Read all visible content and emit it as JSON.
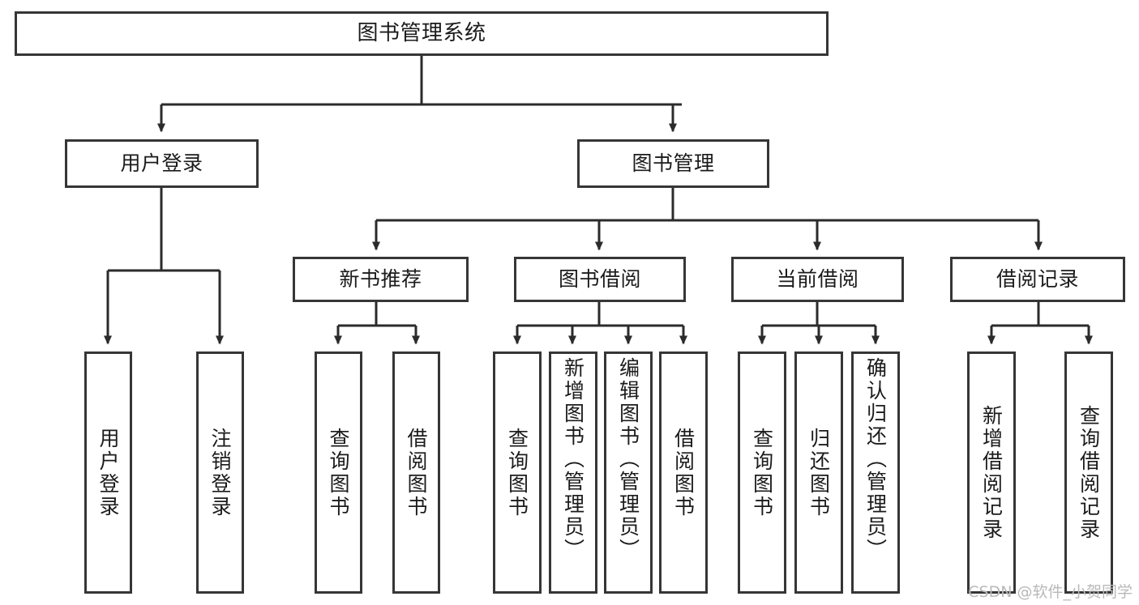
{
  "diagram": {
    "title": "图书管理系统",
    "watermark": "CSDN @软件_小贺同学",
    "colors": {
      "background": "#ffffff",
      "node_border": "#363636",
      "node_fill": "#ffffff",
      "edge": "#2b2b2b",
      "text": "#1b1b1b",
      "watermark": "#b9b9b9"
    },
    "root": {
      "id": "root",
      "label": "图书管理系统"
    },
    "level1": [
      {
        "id": "login",
        "label": "用户登录"
      },
      {
        "id": "bookmgmt",
        "label": "图书管理"
      }
    ],
    "level2": [
      {
        "id": "newbook",
        "label": "新书推荐"
      },
      {
        "id": "borrow",
        "label": "图书借阅"
      },
      {
        "id": "current",
        "label": "当前借阅"
      },
      {
        "id": "record",
        "label": "借阅记录"
      }
    ],
    "leaves": [
      {
        "id": "leaf-login-1",
        "parent": "login",
        "label": "用户登录"
      },
      {
        "id": "leaf-login-2",
        "parent": "login",
        "label": "注销登录"
      },
      {
        "id": "leaf-newbook-1",
        "parent": "newbook",
        "label": "查询图书"
      },
      {
        "id": "leaf-newbook-2",
        "parent": "newbook",
        "label": "借阅图书"
      },
      {
        "id": "leaf-borrow-1",
        "parent": "borrow",
        "label": "查询图书"
      },
      {
        "id": "leaf-borrow-2",
        "parent": "borrow",
        "label": "新增图书（管理员）"
      },
      {
        "id": "leaf-borrow-3",
        "parent": "borrow",
        "label": "编辑图书（管理员）"
      },
      {
        "id": "leaf-borrow-4",
        "parent": "borrow",
        "label": "借阅图书"
      },
      {
        "id": "leaf-current-1",
        "parent": "current",
        "label": "查询图书"
      },
      {
        "id": "leaf-current-2",
        "parent": "current",
        "label": "归还图书"
      },
      {
        "id": "leaf-current-3",
        "parent": "current",
        "label": "确认归还（管理员）"
      },
      {
        "id": "leaf-record-1",
        "parent": "record",
        "label": "新增借阅记录"
      },
      {
        "id": "leaf-record-2",
        "parent": "record",
        "label": "查询借阅记录"
      }
    ]
  }
}
